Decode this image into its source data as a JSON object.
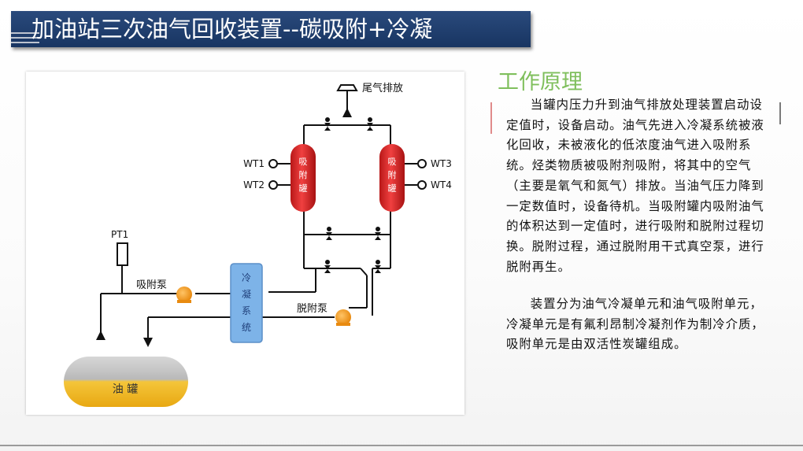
{
  "title": "加油站三次油气回收装置--碳吸附+冷凝",
  "section_title": "工作原理",
  "paragraphs": [
    "当罐内压力升到油气排放处理装置启动设定值时，设备启动。油气先进入冷凝系统被液化回收，未被液化的低浓度油气进入吸附系统。烃类物质被吸附剂吸附，将其中的空气（主要是氧气和氮气）排放。当油气压力降到一定数值时，设备待机。当吸附罐内吸附油气的体积达到一定值时，进行吸附和脱附过程切换。脱附过程，通过脱附用干式真空泵，进行脱附再生。",
    "装置分为油气冷凝单元和油气吸附单元，冷凝单元是有氟利昂制冷凝剂作为制冷介质，吸附单元是由双活性炭罐组成。"
  ],
  "diagram": {
    "exhaust_label": "尾气排放",
    "wt1": "WT1",
    "wt2": "WT2",
    "wt3": "WT3",
    "wt4": "WT4",
    "adsorb_tank_left": "吸附罐",
    "adsorb_tank_right": "吸附罐",
    "pt1": "PT1",
    "adsorb_pump": "吸附泵",
    "desorb_pump": "脱附泵",
    "condenser": "冷凝系统",
    "oil_tank": "油 罐"
  },
  "colors": {
    "title_bar": "#1f3c6c",
    "section_title": "#7fbf5c",
    "tank_red": "#e53030",
    "pump_orange": "#f29a1e",
    "condenser_blue": "#7db3e8",
    "oil_tank_yellow": "#f0b526"
  }
}
